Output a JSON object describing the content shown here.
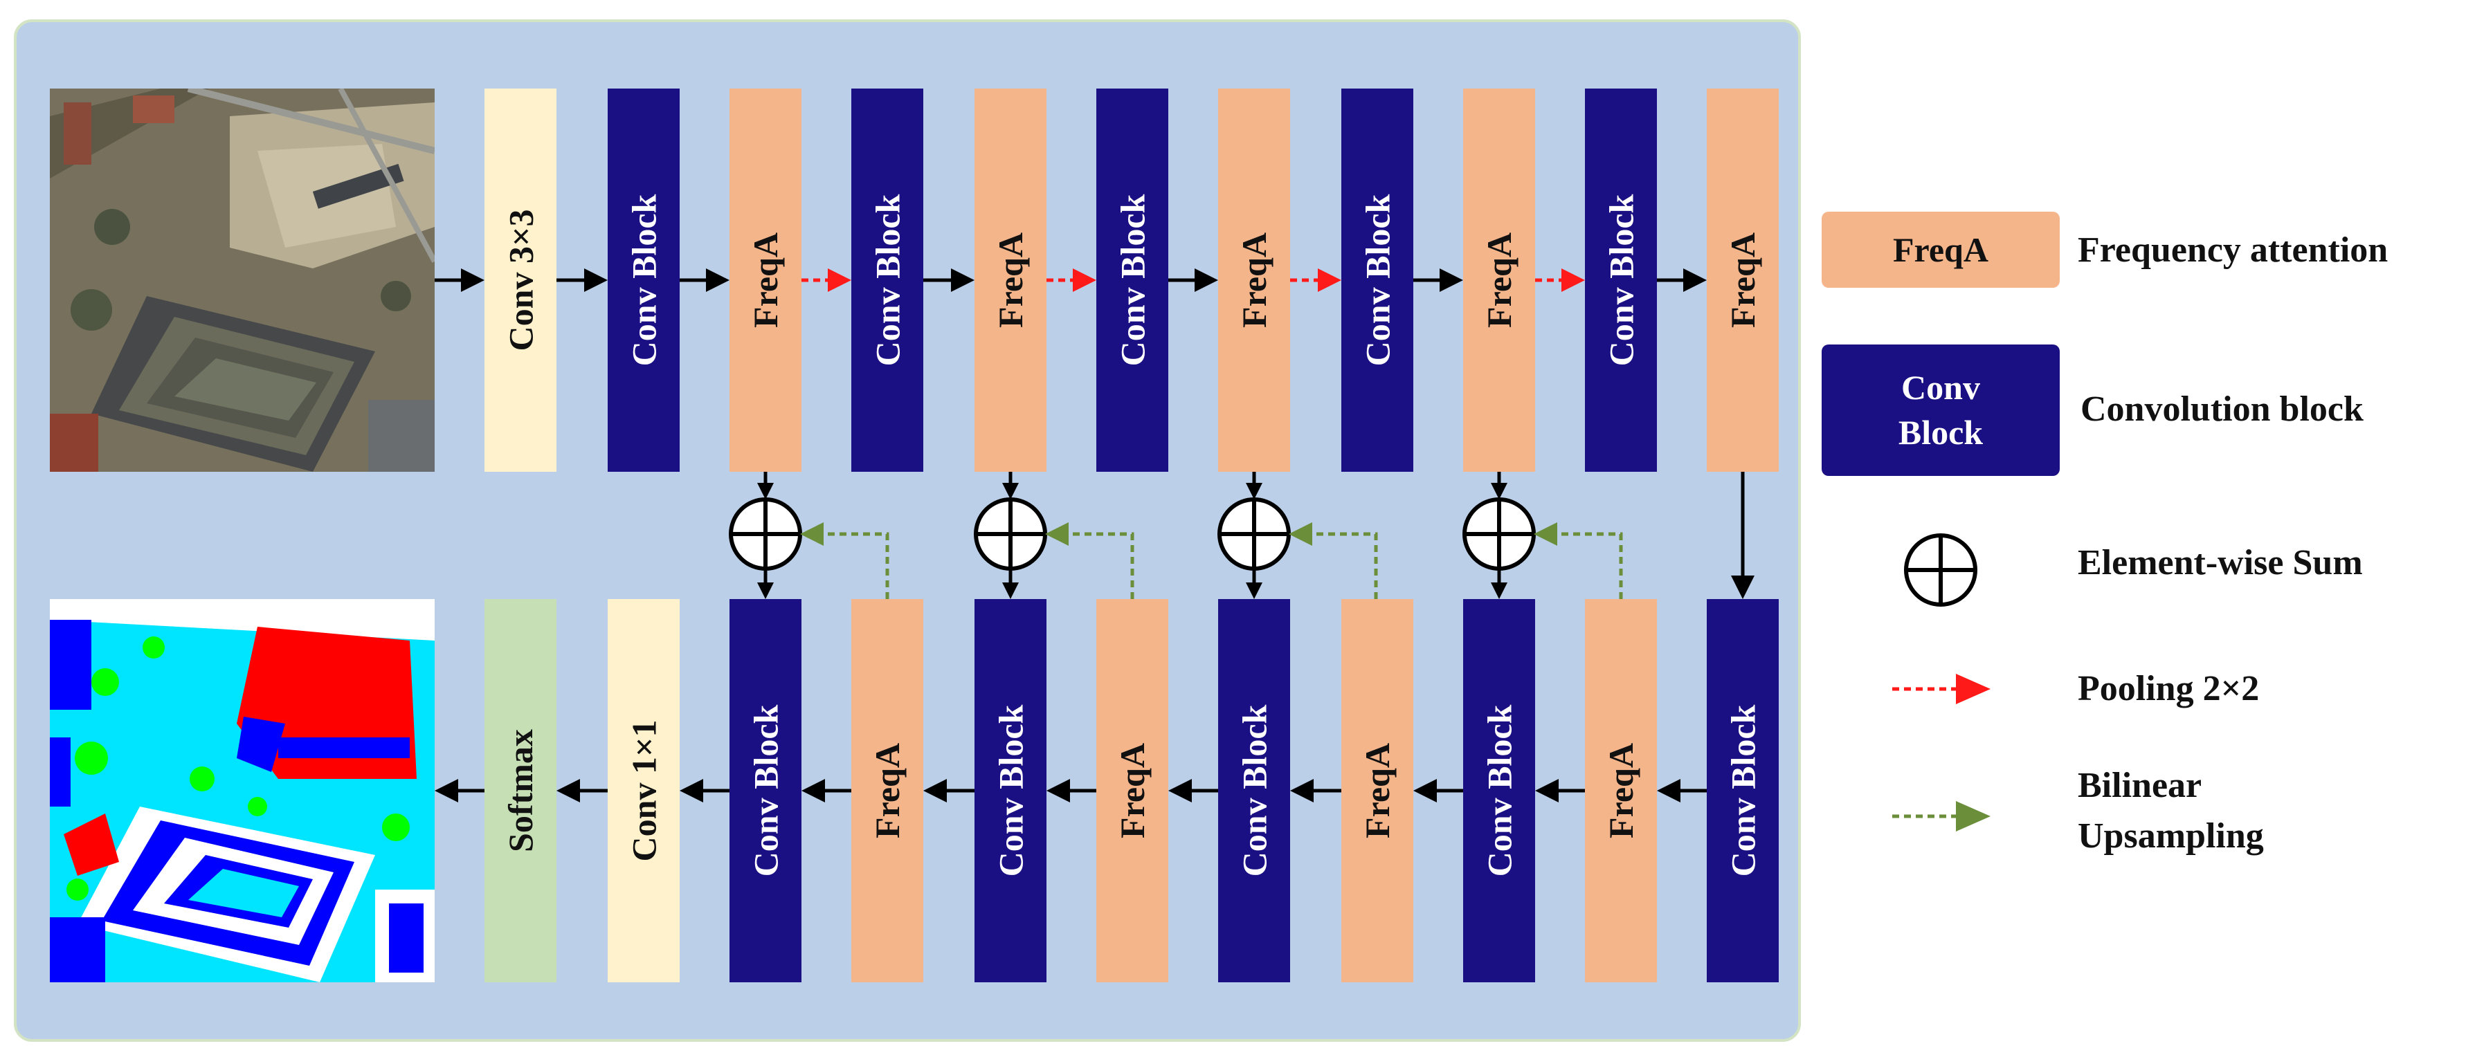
{
  "encoder": {
    "conv3": "Conv 3×3",
    "blocks": [
      {
        "type": "conv",
        "label": "Conv Block"
      },
      {
        "type": "freq",
        "label": "FreqA"
      },
      {
        "type": "conv",
        "label": "Conv Block"
      },
      {
        "type": "freq",
        "label": "FreqA"
      },
      {
        "type": "conv",
        "label": "Conv Block"
      },
      {
        "type": "freq",
        "label": "FreqA"
      },
      {
        "type": "conv",
        "label": "Conv Block"
      },
      {
        "type": "freq",
        "label": "FreqA"
      },
      {
        "type": "conv",
        "label": "Conv Block"
      },
      {
        "type": "freq",
        "label": "FreqA"
      }
    ]
  },
  "decoder": {
    "softmax": "Softmax",
    "conv1": "Conv 1×1",
    "blocks": [
      {
        "type": "conv",
        "label": "Conv Block"
      },
      {
        "type": "freq",
        "label": "FreqA"
      },
      {
        "type": "conv",
        "label": "Conv Block"
      },
      {
        "type": "freq",
        "label": "FreqA"
      },
      {
        "type": "conv",
        "label": "Conv Block"
      },
      {
        "type": "freq",
        "label": "FreqA"
      },
      {
        "type": "conv",
        "label": "Conv Block"
      },
      {
        "type": "freq",
        "label": "FreqA"
      },
      {
        "type": "conv",
        "label": "Conv Block"
      }
    ]
  },
  "legend": {
    "freqa_box": "FreqA",
    "freqa_text": "Frequency attention",
    "conv_box_line1": "Conv",
    "conv_box_line2": "Block",
    "conv_text": "Convolution block",
    "sum_text": "Element-wise Sum",
    "pool_text": "Pooling 2×2",
    "upsample_line1": "Bilinear",
    "upsample_line2": "Upsampling"
  },
  "colors": {
    "panel_bg": "#bccfe8",
    "conv_block": "#1a0f83",
    "freqa": "#f5b58b",
    "conv_layer": "#fff2cc",
    "softmax": "#c6dfb4",
    "pool_arrow": "#ff1a1a",
    "upsample_arrow": "#6b8e3a"
  },
  "icons": {
    "sum": "circle-plus-icon",
    "input_image": "aerial-photo",
    "output_image": "segmentation-map"
  }
}
